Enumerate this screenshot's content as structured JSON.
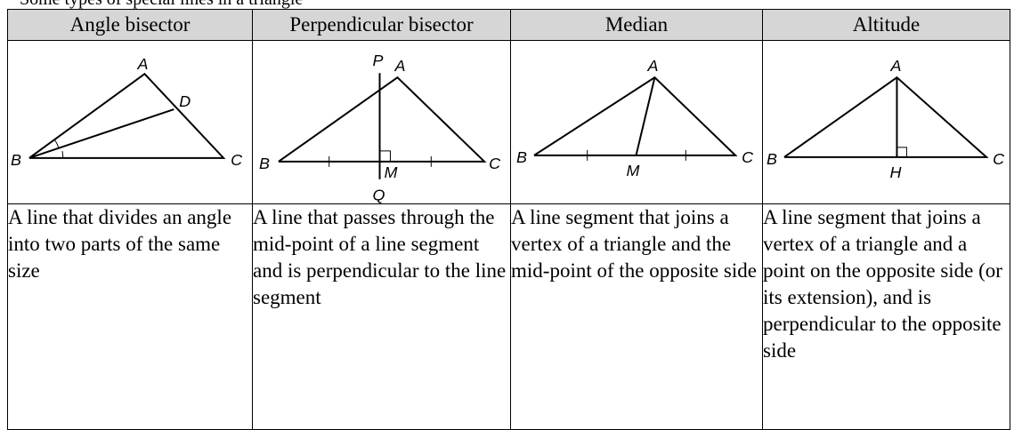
{
  "caption_clipped": "Some types of special lines in a triangle",
  "columns": [
    {
      "header": "Angle bisector",
      "labels": {
        "A": "A",
        "B": "B",
        "C": "C",
        "D": "D"
      },
      "description": "A line that divides an angle into two parts of the same size"
    },
    {
      "header": "Perpendicular bisector",
      "labels": {
        "P": "P",
        "A": "A",
        "B": "B",
        "C": "C",
        "M": "M",
        "Q": "Q"
      },
      "description": "A line that passes through the mid-point of a line segment and is perpendicular to the line segment"
    },
    {
      "header": "Median",
      "labels": {
        "A": "A",
        "B": "B",
        "C": "C",
        "M": "M"
      },
      "description": "A line segment that joins a vertex of a triangle and the mid-point of the opposite side"
    },
    {
      "header": "Altitude",
      "labels": {
        "A": "A",
        "B": "B",
        "C": "C",
        "H": "H"
      },
      "description": "A line segment that joins a vertex of a triangle and a point on the opposite side (or its extension), and is perpendicular to the opposite side"
    }
  ]
}
